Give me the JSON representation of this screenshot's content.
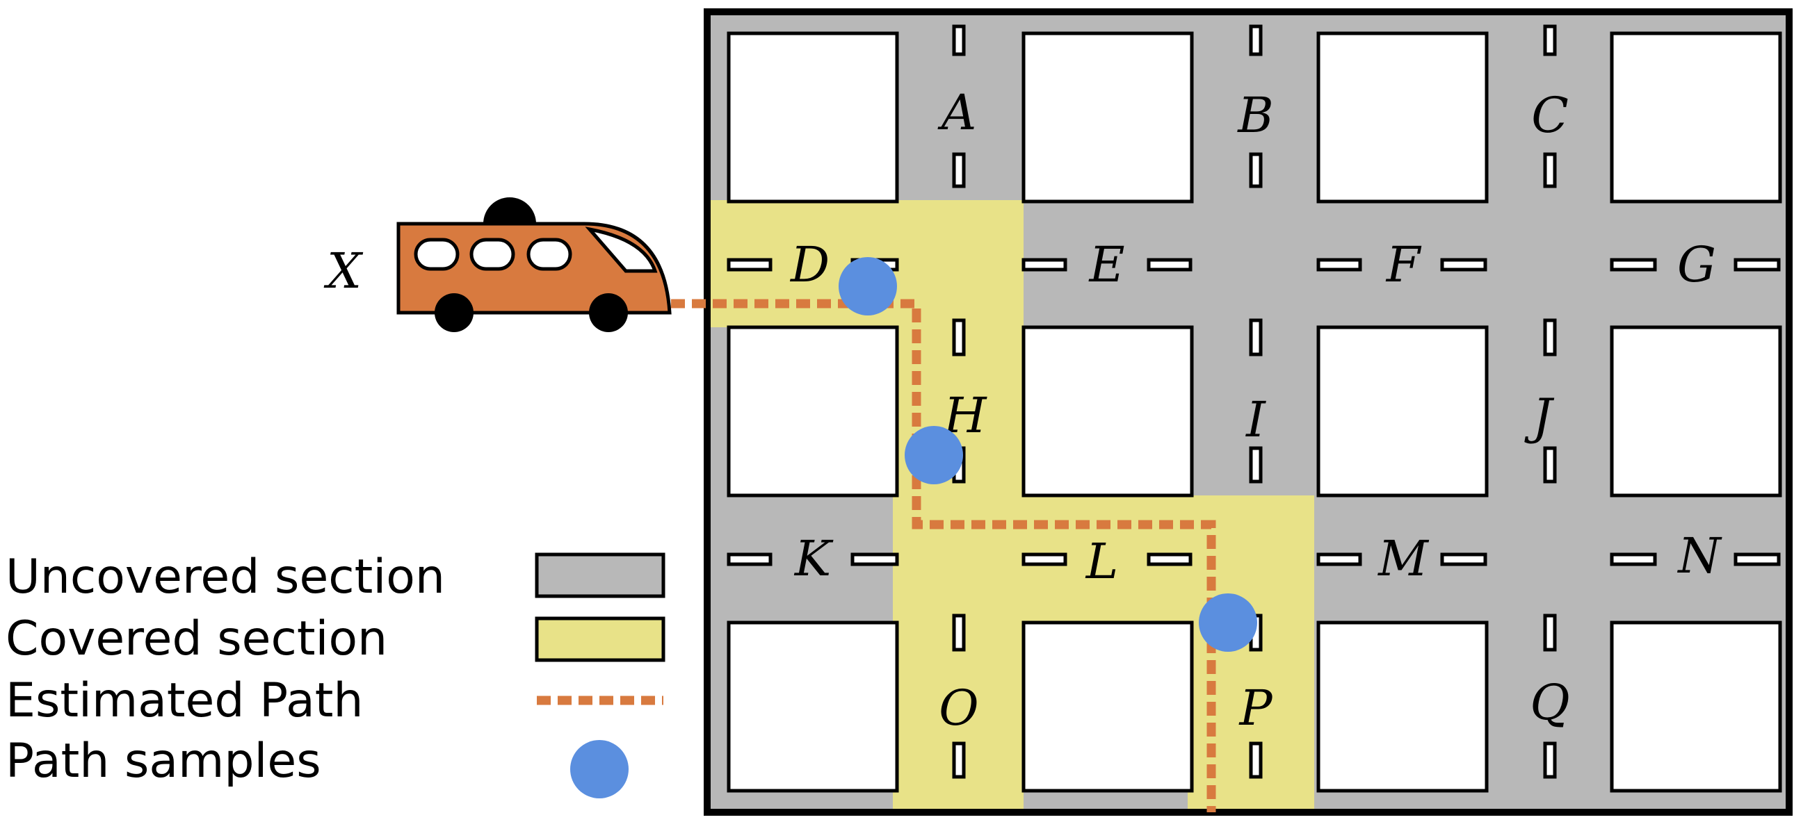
{
  "vehicle": {
    "label": "X",
    "body_color": "#d87a3f"
  },
  "streets": {
    "vertical": [
      {
        "top": "A",
        "middle": "H",
        "bottom": "O"
      },
      {
        "top": "B",
        "middle": "I",
        "bottom": "P"
      },
      {
        "top": "C",
        "middle": "J",
        "bottom": "Q"
      }
    ],
    "horizontal": [
      [
        "D",
        "E",
        "F",
        "G"
      ],
      [
        "K",
        "L",
        "M",
        "N"
      ]
    ]
  },
  "legend": {
    "uncovered": "Uncovered section",
    "covered": "Covered section",
    "path": "Estimated Path",
    "samples": "Path samples"
  },
  "colors": {
    "uncovered": "#b8b8b8",
    "covered": "#e8e288",
    "path": "#d87a3f",
    "sample": "#5b8fdf",
    "block": "#ffffff",
    "outline": "#000000"
  }
}
